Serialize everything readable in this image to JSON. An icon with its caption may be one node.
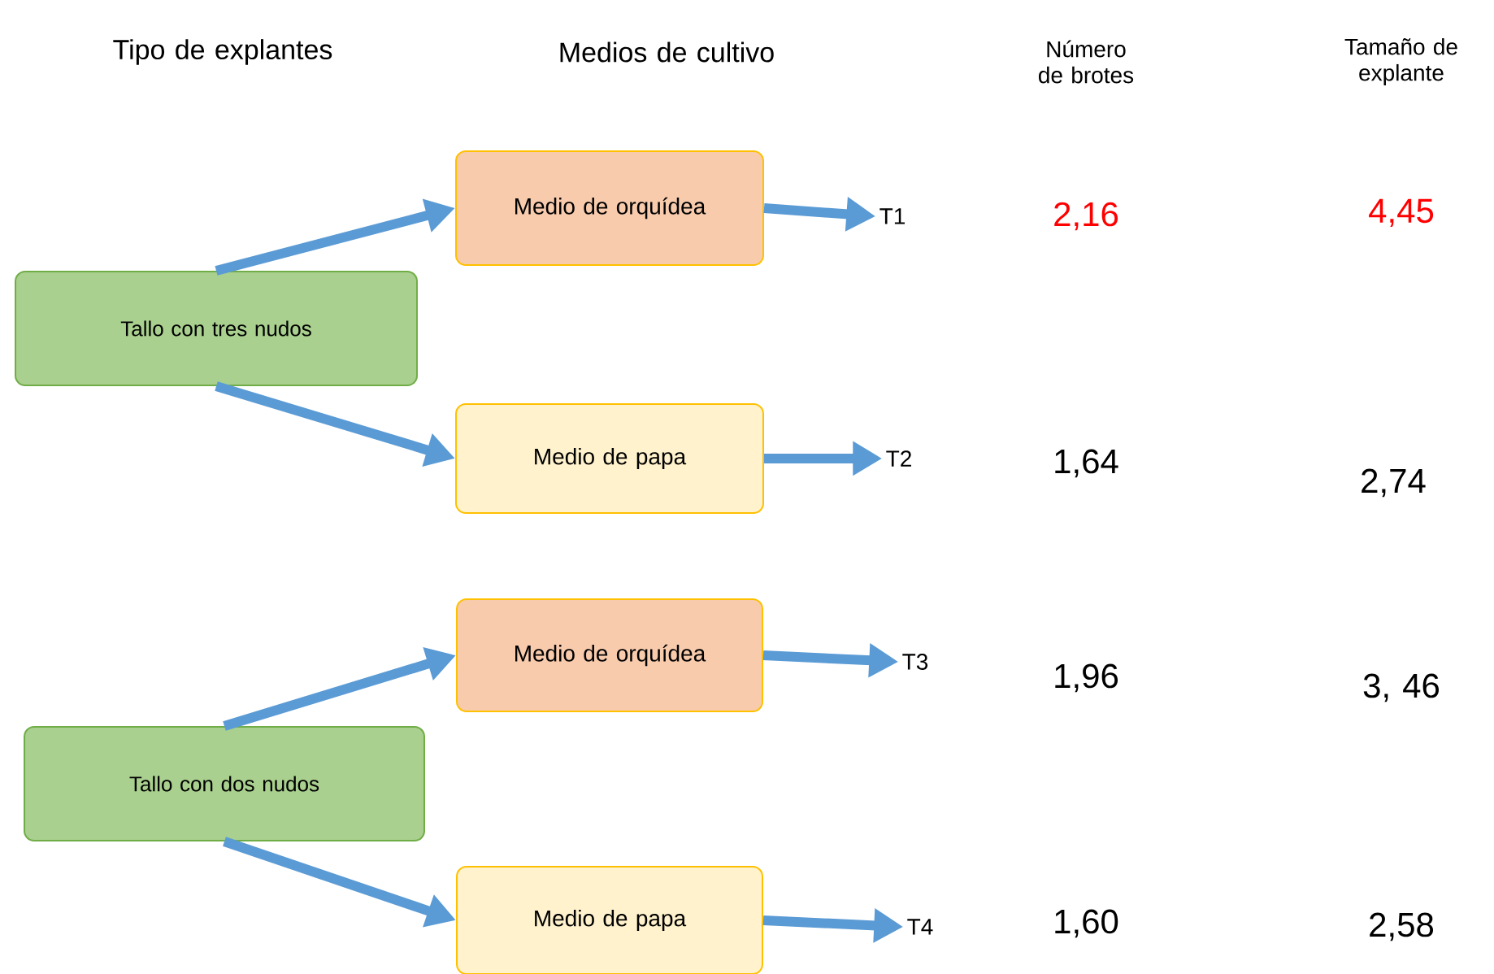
{
  "diagram": {
    "nodes": [
      {
        "text": [
          "Tallo con tres nudos"
        ]
      },
      {
        "text": [
          "Medio de orquídea"
        ]
      },
      {
        "text": [
          "Medio de papa"
        ]
      },
      {
        "text": [
          "T1"
        ]
      },
      {
        "text": [
          "T2"
        ]
      },
      {
        "text": [
          "Tallo con dos nudos"
        ]
      },
      {
        "text": [
          "Medio de orquídea"
        ]
      },
      {
        "text": [
          "Medio de papa"
        ]
      },
      {
        "text": [
          "T3"
        ]
      },
      {
        "text": [
          "T4"
        ]
      }
    ],
    "edges": [
      {
        "from": 0,
        "to": 1,
        "arrow": "to"
      },
      {
        "from": 0,
        "to": 2,
        "arrow": "to"
      },
      {
        "from": 1,
        "to": 3,
        "arrow": "to"
      },
      {
        "from": 2,
        "to": 4,
        "arrow": "to"
      },
      {
        "from": 5,
        "to": 6,
        "arrow": "to"
      },
      {
        "from": 5,
        "to": 7,
        "arrow": "to"
      },
      {
        "from": 6,
        "to": 8,
        "arrow": "to"
      },
      {
        "from": 7,
        "to": 9,
        "arrow": "to"
      }
    ],
    "labels": [
      "Tipo de explantes",
      "Medios de cultivo",
      "Número de brotes",
      "Tamaño de explante",
      "2,16",
      "4,45",
      "1,64",
      "2,74",
      "1,96",
      "3, 46",
      "1,60",
      "2,58"
    ]
  }
}
